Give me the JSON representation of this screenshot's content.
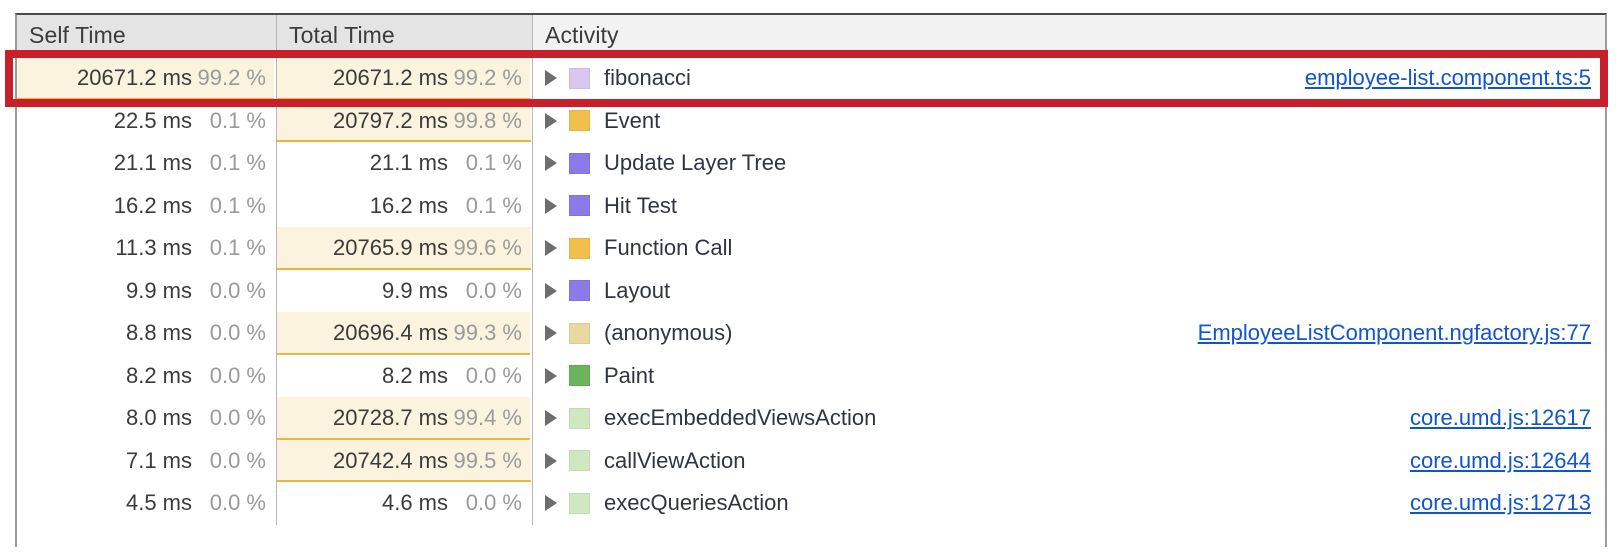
{
  "panel": {
    "name": "performance-bottom-up-table"
  },
  "columns": {
    "self_time": "Self Time",
    "total_time": "Total Time",
    "activity": "Activity"
  },
  "highlight": {
    "color": "#c8202a",
    "target_row_index": 0
  },
  "colors": {
    "bar_fill": "#fcf3df",
    "bar_underline": "#e8b93b",
    "link": "#1155cc",
    "percent_text": "#9a9a9a",
    "header_bg": "#e4e4e4"
  },
  "rows": [
    {
      "self_ms": "20671.2 ms",
      "self_pct": "99.2 %",
      "self_bar": 99.2,
      "total_ms": "20671.2 ms",
      "total_pct": "99.2 %",
      "total_bar": 99.2,
      "swatch": "#d8c8f0",
      "swatch_name": "scripting-light-swatch",
      "activity": "fibonacci",
      "source": "employee-list.component.ts:5"
    },
    {
      "self_ms": "22.5 ms",
      "self_pct": "0.1 %",
      "self_bar": 0,
      "total_ms": "20797.2 ms",
      "total_pct": "99.8 %",
      "total_bar": 99.8,
      "swatch": "#f0bf4c",
      "swatch_name": "scripting-swatch",
      "activity": "Event",
      "source": ""
    },
    {
      "self_ms": "21.1 ms",
      "self_pct": "0.1 %",
      "self_bar": 0,
      "total_ms": "21.1 ms",
      "total_pct": "0.1 %",
      "total_bar": 0,
      "swatch": "#8b7be8",
      "swatch_name": "rendering-swatch",
      "activity": "Update Layer Tree",
      "source": ""
    },
    {
      "self_ms": "16.2 ms",
      "self_pct": "0.1 %",
      "self_bar": 0,
      "total_ms": "16.2 ms",
      "total_pct": "0.1 %",
      "total_bar": 0,
      "swatch": "#8b7be8",
      "swatch_name": "rendering-swatch",
      "activity": "Hit Test",
      "source": ""
    },
    {
      "self_ms": "11.3 ms",
      "self_pct": "0.1 %",
      "self_bar": 0,
      "total_ms": "20765.9 ms",
      "total_pct": "99.6 %",
      "total_bar": 99.6,
      "swatch": "#f0bf4c",
      "swatch_name": "scripting-swatch",
      "activity": "Function Call",
      "source": ""
    },
    {
      "self_ms": "9.9 ms",
      "self_pct": "0.0 %",
      "self_bar": 0,
      "total_ms": "9.9 ms",
      "total_pct": "0.0 %",
      "total_bar": 0,
      "swatch": "#8b7be8",
      "swatch_name": "rendering-swatch",
      "activity": "Layout",
      "source": ""
    },
    {
      "self_ms": "8.8 ms",
      "self_pct": "0.0 %",
      "self_bar": 0,
      "total_ms": "20696.4 ms",
      "total_pct": "99.3 %",
      "total_bar": 99.3,
      "swatch": "#e8d9a0",
      "swatch_name": "scripting-pale-swatch",
      "activity": "(anonymous)",
      "source": "EmployeeListComponent.ngfactory.js:77"
    },
    {
      "self_ms": "8.2 ms",
      "self_pct": "0.0 %",
      "self_bar": 0,
      "total_ms": "8.2 ms",
      "total_pct": "0.0 %",
      "total_bar": 0,
      "swatch": "#6bb35c",
      "swatch_name": "painting-swatch",
      "activity": "Paint",
      "source": ""
    },
    {
      "self_ms": "8.0 ms",
      "self_pct": "0.0 %",
      "self_bar": 0,
      "total_ms": "20728.7 ms",
      "total_pct": "99.4 %",
      "total_bar": 99.4,
      "swatch": "#d0e8c0",
      "swatch_name": "painting-light-swatch",
      "activity": "execEmbeddedViewsAction",
      "source": "core.umd.js:12617"
    },
    {
      "self_ms": "7.1 ms",
      "self_pct": "0.0 %",
      "self_bar": 0,
      "total_ms": "20742.4 ms",
      "total_pct": "99.5 %",
      "total_bar": 99.5,
      "swatch": "#d0e8c0",
      "swatch_name": "painting-light-swatch",
      "activity": "callViewAction",
      "source": "core.umd.js:12644"
    },
    {
      "self_ms": "4.5 ms",
      "self_pct": "0.0 %",
      "self_bar": 0,
      "total_ms": "4.6 ms",
      "total_pct": "0.0 %",
      "total_bar": 0,
      "swatch": "#d0e8c0",
      "swatch_name": "painting-light-swatch",
      "activity": "execQueriesAction",
      "source": "core.umd.js:12713"
    }
  ]
}
